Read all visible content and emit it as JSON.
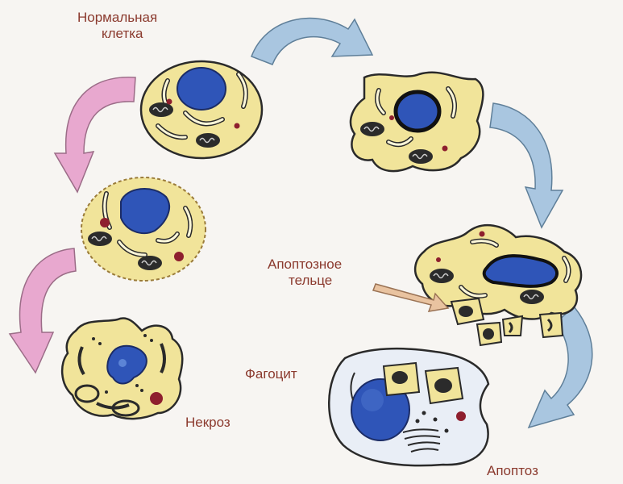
{
  "labels": {
    "normal_cell": [
      "Нормальная",
      "клетка"
    ],
    "apoptotic_body": [
      "Апоптозное",
      "тельце"
    ],
    "phagocyte": "Фагоцит",
    "necrosis": "Некроз",
    "apoptosis": "Апоптоз"
  },
  "colors": {
    "cytoplasm": "#f1e49a",
    "nucleus": "#2f55b8",
    "nucleus_light": "#5c84d6",
    "outline": "#2a2a2a",
    "mitochondria": "#2b2b2b",
    "granule": "#8e1f2e",
    "phagocyte_body": "#e9eef6",
    "arrow_blue": "#a9c6e0",
    "arrow_pink": "#e8a8cf",
    "arrow_pointer": "#e9c3a0",
    "label_text": "#8b3a2e"
  },
  "icons": {
    "arrow": "curved-arrow-icon",
    "pointer": "pointer-arrow-icon"
  }
}
